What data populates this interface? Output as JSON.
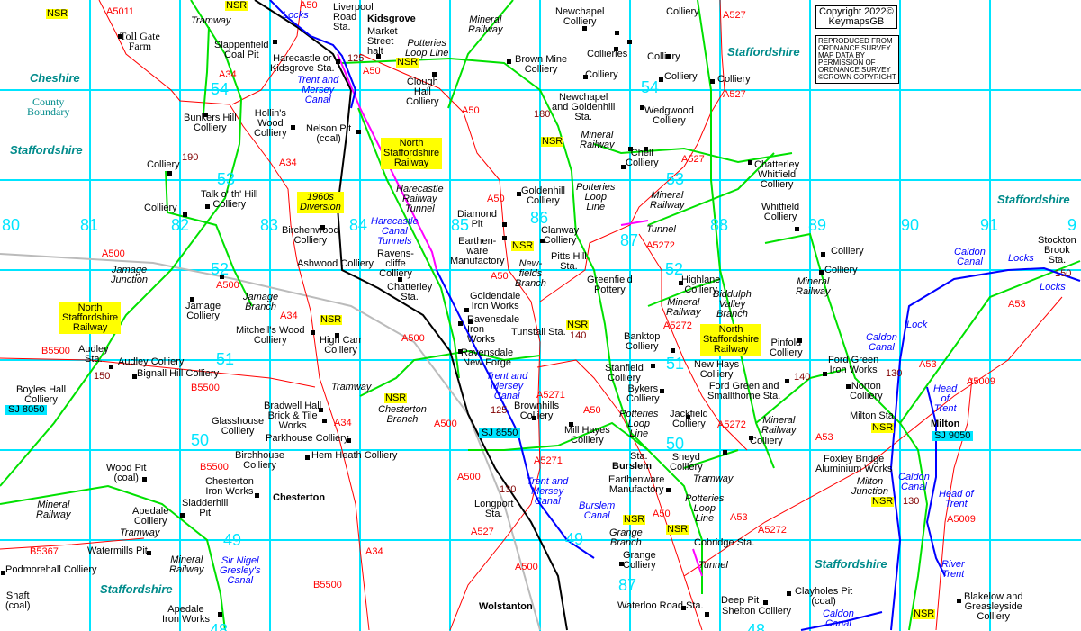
{
  "map": {
    "title": "Kidsgrove, Tunstall and Burslem area railway map"
  },
  "copyright": {
    "line1": "Copyright 2022©\nKeymapsGB",
    "line2": "REPRODUCED FROM\nORDNANCE SURVEY\nMAP DATA BY\nPERMISSION OF\nORDNANCE SURVEY\n©CROWN COPYRIGHT"
  },
  "colors": {
    "grid": "#00e5ff",
    "road": "#ff0000",
    "railway": "#00e000",
    "canal": "#0000ff",
    "tunnel": "#ff00ff",
    "nsr": "#ffff00",
    "county": "#008b8b"
  },
  "labels": [
    "NSR",
    "A5011",
    "Tramway",
    "NSR",
    "Locks",
    "A50",
    "Liverpool\nRoad\nSta.",
    "Toll Gate\nFarm",
    "Slappenfield\nCoal Pit",
    "Kidsgrove",
    "Market\nStreet\nhalt",
    "Potteries\nLoop Line",
    "Mineral\nRailway",
    "Newchapel\nColliery",
    "Colliery",
    "A527",
    "Cheshire",
    "A34",
    "Harecastle or\nKidsgrove Sta.",
    "125",
    "NSR",
    "A50",
    "Brown Mine\nColliery",
    "Collieries",
    "Colliery",
    "Colliery",
    "Colliery",
    "Colliery",
    "Staffordshire",
    "Clough\nHall\nColliery",
    "Trent and\nMersey\nCanal",
    "54",
    "54",
    "A527",
    "County\nBoundary",
    "Bunkers Hill\nColliery",
    "Hollin's\nWood\nColliery",
    "Nelson Pit\n(coal)",
    "A50",
    "Newchapel\nand Goldenhill\nSta.",
    "180",
    "Wedgwood\nColliery",
    "Staffordshire",
    "NSR",
    "Mineral\nRailway",
    "North\nStaffordshire\nRailway",
    "190",
    "A34",
    "Colliery",
    "Chell\nColliery",
    "A527",
    "Chatterley\nWhitfield\nColliery",
    "53",
    "53",
    "Harecastle\nRailway\nTunnel",
    "Goldenhill\nColliery",
    "Potteries\nLoop\nLine",
    "Mineral\nRailway",
    "Staffordshire",
    "Talk o' th' Hill\nColliery",
    "1960s\nDiversion",
    "Colliery",
    "Diamond\nPit",
    "A50",
    "Whitfield\nColliery",
    "Harecastle\nCanal\nTunnels",
    "80",
    "81",
    "82",
    "83",
    "84",
    "85",
    "86",
    "87",
    "88",
    "89",
    "90",
    "91",
    "9",
    "Tunnel",
    "A5272",
    "Birchenwood\nColliery",
    "Earthen-\nware\nManufactory",
    "NSR",
    "Clanway\nColliery",
    "Pitts Hill\nSta.",
    "Colliery",
    "Stockton\nBrook\nSta.",
    "Caldon\nCanal",
    "A500",
    "Jamage\nJunction",
    "Ashwood Colliery",
    "Ravens-\ncliffe\nColliery",
    "New-\nfields\nBranch",
    "Greenfield\nPottery",
    "A50",
    "Locks",
    "Colliery",
    "150",
    "Locks",
    "52",
    "52",
    "A500",
    "Chatterley\nSta.",
    "Mineral\nRailway",
    "Highlane\nColliery",
    "North\nStaffordshire\nRailway",
    "Jamage\nBranch",
    "Jamage\nColliery",
    "Goldendale\nIron Works",
    "Mineral\nRailway",
    "Biddulph\nValley\nBranch",
    "A34",
    "NSR",
    "Ravensdale\nIron\nWorks",
    "A5272",
    "A53",
    "Mitchell's Wood\nColliery",
    "High Carr\nColliery",
    "Tunstall Sta.",
    "NSR",
    "140",
    "North\nStaffordshire\nRailway",
    "Lock",
    "Pinfold\nColliery",
    "Caldon\nCanal",
    "B5500",
    "Audley\nSta.",
    "Audley Colliery",
    "A500",
    "Ravensdale\nNew Forge",
    "Banktop\nColliery",
    "51",
    "51",
    "New Hays\nColliery",
    "Ford Green\nIron Works",
    "A53",
    "Boyles Hall\nColliery",
    "150",
    "Bignall Hill Colliery",
    "B5500",
    "Tramway",
    "Trent and\nMersey\nCanal",
    "Stanfield\nColliery",
    "Ford Green and\nSmallthorne Sta.",
    "140",
    "Norton\nColliery",
    "130",
    "A5009",
    "Head\nof\nTrent",
    "SJ 8050",
    "A5271",
    "NSR",
    "Bradwell Hall\nBrick & Tile\nWorks",
    "Bykers\nColliery",
    "Brownhills\nColliery",
    "125",
    "A50",
    "Chesterton\nBranch",
    "Potteries\nLoop\nLine",
    "Milton Sta.",
    "Milton",
    "Glasshouse\nColliery",
    "A34",
    "A500",
    "Jackfield\nColliery",
    "Mineral\nRailway",
    "NSR",
    "A5272",
    "Parkhouse Colliery",
    "Mill Hayes\nColliery",
    "SJ 8550",
    "SJ 9050",
    "50",
    "50",
    "Colliery",
    "A53",
    "Sta.",
    "Burslem",
    "Birchhouse\nColliery",
    "Hem Heath Colliery",
    "Foxley Bridge\nAluminium Works",
    "Sneyd\nColliery",
    "A5271",
    "Wood Pit\n(coal)",
    "B5500",
    "Chesterton\nIron Works",
    "A500",
    "Tramway",
    "Earthenware\nManufactory",
    "Milton\nJunction",
    "Caldon\nCanal",
    "Chesterton",
    "Longport\nSta.",
    "130",
    "Trent and\nMersey\nCanal",
    "NSR",
    "130",
    "Head of\nTrent",
    "Apedale\nColliery",
    "Sladderhill\nPit",
    "Mineral\nRailway",
    "Burslem\nCanal",
    "Potteries\nLoop\nLine",
    "A50",
    "A53",
    "NSR",
    "NSR",
    "A5272",
    "A5009",
    "Tramway",
    "B5367",
    "Watermills Pit",
    "A527",
    "49",
    "49",
    "Grange\nBranch",
    "Cobridge Sta.",
    "Grange\nColliery",
    "Sir Nigel\nGresley's\nCanal",
    "Mineral\nRailway",
    "A34",
    "A500",
    "Staffordshire",
    "River\nTrent",
    "Tunnel",
    "Podmorehall Colliery",
    "Staffordshire",
    "87",
    "B5500",
    "Shaft\n(coal)",
    "Clayholes Pit\n(coal)",
    "Deep Pit",
    "Blakelow and\nGreasleyside\nColliery",
    "Waterloo Road Sta.",
    "Shelton Colliery",
    "Apedale\nIron Works",
    "Wolstanton",
    "Caldon\nCanal",
    "NSR",
    "48",
    "48"
  ]
}
